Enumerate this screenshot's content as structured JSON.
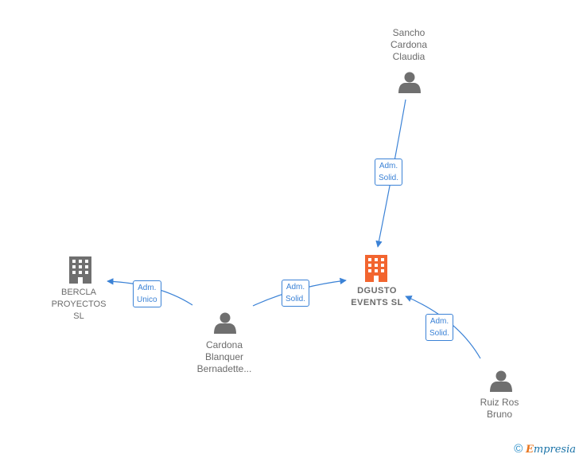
{
  "nodes": {
    "sancho": {
      "label": "Sancho\nCardona\nClaudia",
      "type": "person"
    },
    "dgusto": {
      "label": "DGUSTO\nEVENTS  SL",
      "type": "company-main"
    },
    "bercla": {
      "label": "BERCLA\nPROYECTOS\nSL",
      "type": "company"
    },
    "cardona": {
      "label": "Cardona\nBlanquer\nBernadette...",
      "type": "person"
    },
    "ruiz": {
      "label": "Ruiz Ros\nBruno",
      "type": "person"
    }
  },
  "edges": {
    "sancho_dgusto": {
      "label": "Adm.\nSolid."
    },
    "cardona_bercla": {
      "label": "Adm.\nUnico"
    },
    "cardona_dgusto": {
      "label": "Adm.\nSolid."
    },
    "ruiz_dgusto": {
      "label": "Adm.\nSolid."
    }
  },
  "colors": {
    "edge": "#3b82d6",
    "person_icon": "#6f6f6f",
    "company_icon": "#6f6f6f",
    "main_company_icon": "#f2652f"
  },
  "watermark": {
    "copyright": "©",
    "brand_initial": "E",
    "brand_rest": "mpresia"
  }
}
